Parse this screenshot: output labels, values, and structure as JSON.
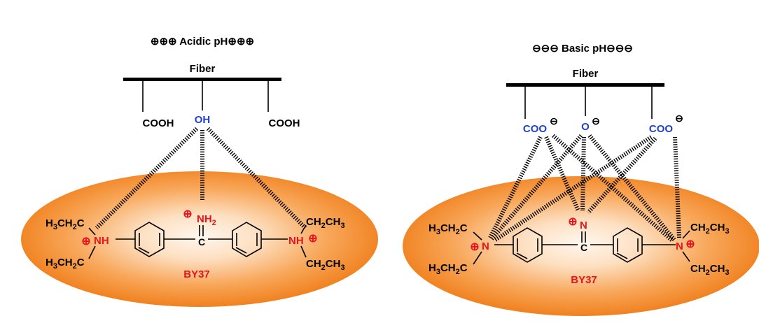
{
  "colors": {
    "ellipse_center": "#fff6ee",
    "ellipse_mid": "#f8a75a",
    "ellipse_edge": "#ef7a14",
    "positive": "#e8141b",
    "negative_group": "#1f3fd0",
    "bond": "#000000"
  },
  "panel_acidic": {
    "title": "⊕⊕⊕ Acidic pH⊕⊕⊕",
    "fiber_label": "Fiber",
    "group_left": "COOH",
    "group_center": "OH",
    "group_right": "COOH",
    "iminium": "NH",
    "iminium_sub": "2",
    "iminium_charge": "⊕",
    "carbon": "C",
    "left_top": "H3CH2C",
    "left_top_parts": [
      "H",
      "3",
      "CH",
      "2",
      "C"
    ],
    "left_bottom_parts": [
      "H",
      "3",
      "CH",
      "2",
      "C"
    ],
    "left_n": "NH",
    "left_n_charge": "⊕",
    "right_n": "NH",
    "right_n_charge": "⊕",
    "right_top_parts": [
      "CH",
      "2",
      "CH",
      "3"
    ],
    "right_bottom_parts": [
      "CH",
      "2",
      "CH",
      "3"
    ],
    "dye": "BY37"
  },
  "panel_basic": {
    "title": "⊖⊖⊖ Basic pH⊖⊖⊖",
    "fiber_label": "Fiber",
    "group_left": "COO",
    "group_center": "O",
    "group_right": "COO",
    "anion_charge": "⊖",
    "iminium": "N",
    "iminium_charge": "⊕",
    "carbon": "C",
    "left_top_parts": [
      "H",
      "3",
      "CH",
      "2",
      "C"
    ],
    "left_bottom_parts": [
      "H",
      "3",
      "CH",
      "2",
      "C"
    ],
    "left_n": "N",
    "left_n_charge": "⊕",
    "right_n": "N",
    "right_n_charge": "⊕",
    "right_top_parts": [
      "CH",
      "2",
      "CH",
      "3"
    ],
    "right_bottom_parts": [
      "CH",
      "2",
      "CH",
      "3"
    ],
    "dye": "BY37"
  }
}
